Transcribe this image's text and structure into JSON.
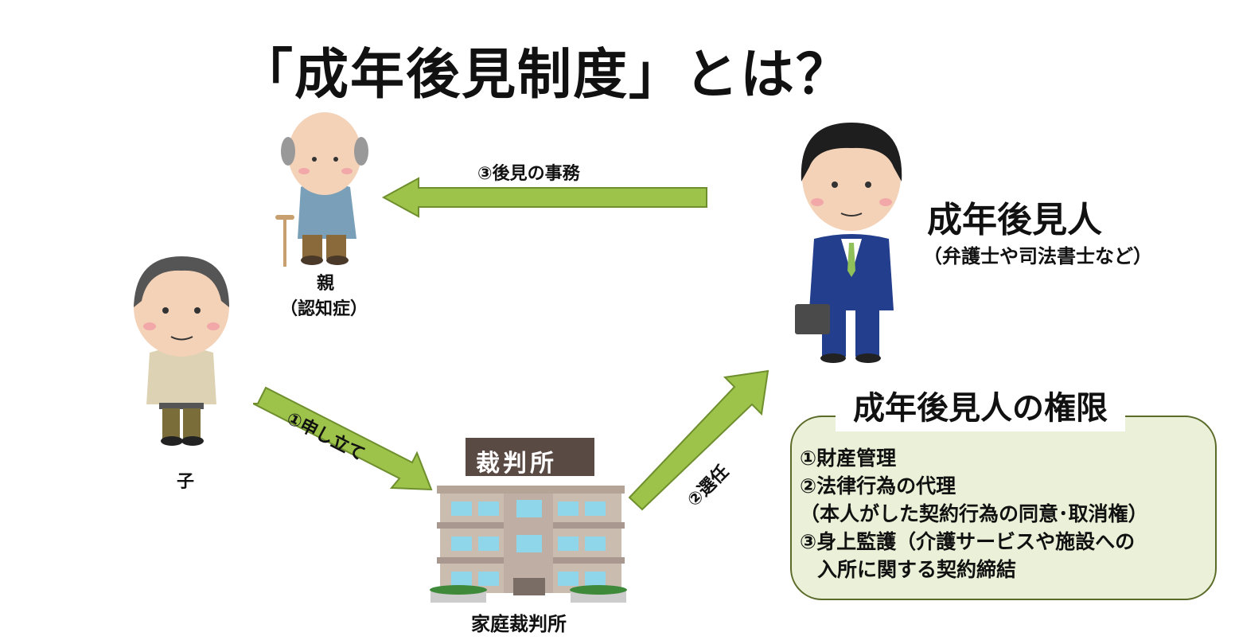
{
  "title": "「成年後見制度」とは？",
  "parent": {
    "name": "親",
    "condition": "（認知症）"
  },
  "child": {
    "name": "子"
  },
  "court": {
    "sign": "裁判所",
    "name": "家庭裁判所"
  },
  "guardian": {
    "title": "成年後見人",
    "subtitle": "（弁護士や司法書士など）"
  },
  "arrows": {
    "petition": "①申し立て",
    "appointment": "②選任",
    "duties": "③後見の事務"
  },
  "powers": {
    "title": "成年後見人の権限",
    "items": [
      "①財産管理",
      "②法律行為の代理",
      "（本人がした契約行為の同意･取消権）",
      "③身上監護（介護サービスや施設への",
      "入所に関する契約締結"
    ]
  },
  "colors": {
    "arrow": "#9dc34a",
    "arrow_border": "#6f8f2e",
    "box_fill": "#ebf1d8",
    "box_border": "#5a6b2a"
  }
}
